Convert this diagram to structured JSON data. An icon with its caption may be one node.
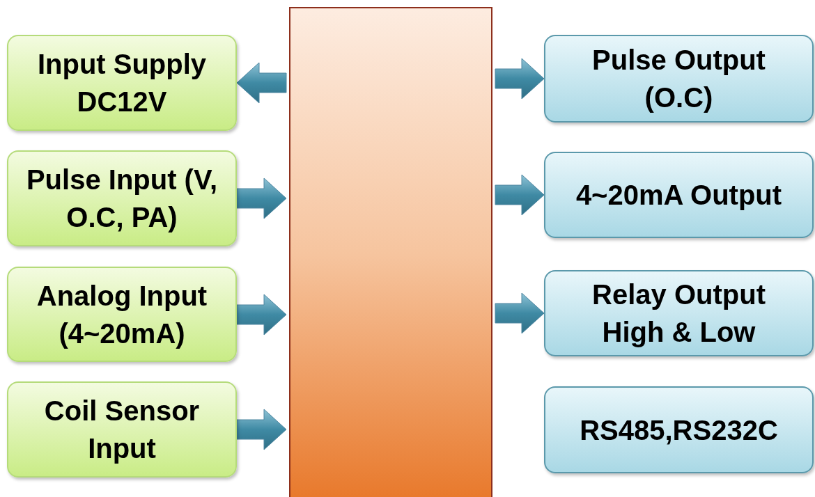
{
  "diagram": {
    "nodes": [
      {
        "text": [
          "Input Supply DC12V"
        ]
      },
      {
        "text": [
          "Pulse Input (V, O.C, PA)"
        ]
      },
      {
        "text": [
          "Analog Input (4~20mA)"
        ]
      },
      {
        "text": [
          "Coil Sensor Input"
        ]
      },
      {
        "text": [],
        "shape": "box"
      },
      {
        "text": [
          "Pulse Output (O.C)"
        ]
      },
      {
        "text": [
          "4~20mA Output"
        ]
      },
      {
        "text": [
          "Relay Output High & Low"
        ]
      },
      {
        "text": [
          "RS485,RS232C"
        ]
      }
    ],
    "edges": [
      {
        "from": 4,
        "to": 0,
        "arrow": "to"
      },
      {
        "from": 1,
        "to": 4,
        "arrow": "to"
      },
      {
        "from": 2,
        "to": 4,
        "arrow": "to"
      },
      {
        "from": 3,
        "to": 4,
        "arrow": "to"
      },
      {
        "from": 4,
        "to": 5,
        "arrow": "to"
      },
      {
        "from": 4,
        "to": 6,
        "arrow": "to"
      },
      {
        "from": 4,
        "to": 7,
        "arrow": "to"
      }
    ]
  }
}
